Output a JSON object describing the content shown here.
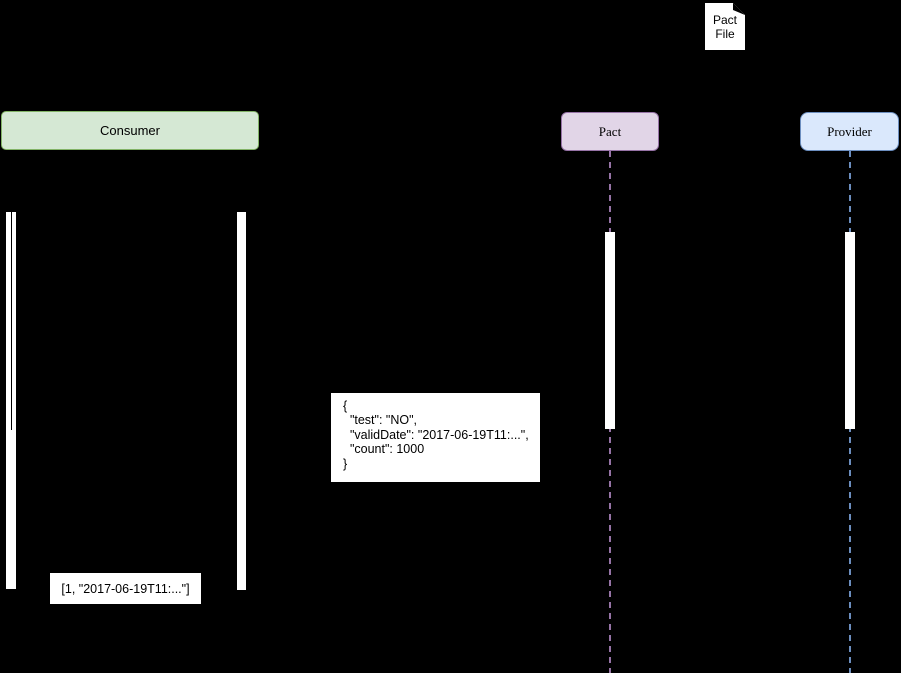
{
  "canvas": {
    "background_color": "#000000"
  },
  "pact_file_note": {
    "label": "Pact File"
  },
  "actors": [
    {
      "label": "Consumer",
      "fill": "#d5e8d4",
      "border": "#82b366"
    },
    {
      "label": "Pact",
      "fill": "#e1d5e7",
      "border": "#9673a6"
    },
    {
      "label": "Provider",
      "fill": "#dae8fc",
      "border": "#6c8ebf"
    }
  ],
  "lifelines": {
    "pact_dash_color": "#9673a6",
    "provider_dash_color": "#6c8ebf"
  },
  "activation_bar_color": "#ffffff",
  "json_payload_note": {
    "lines": [
      "{",
      "  \"test\": \"NO\",",
      "  \"validDate\": \"2017-06-19T11:...\",",
      "  \"count\": 1000",
      "}"
    ]
  },
  "array_payload_note": {
    "text": "[1, \"2017-06-19T11:...\"]"
  }
}
